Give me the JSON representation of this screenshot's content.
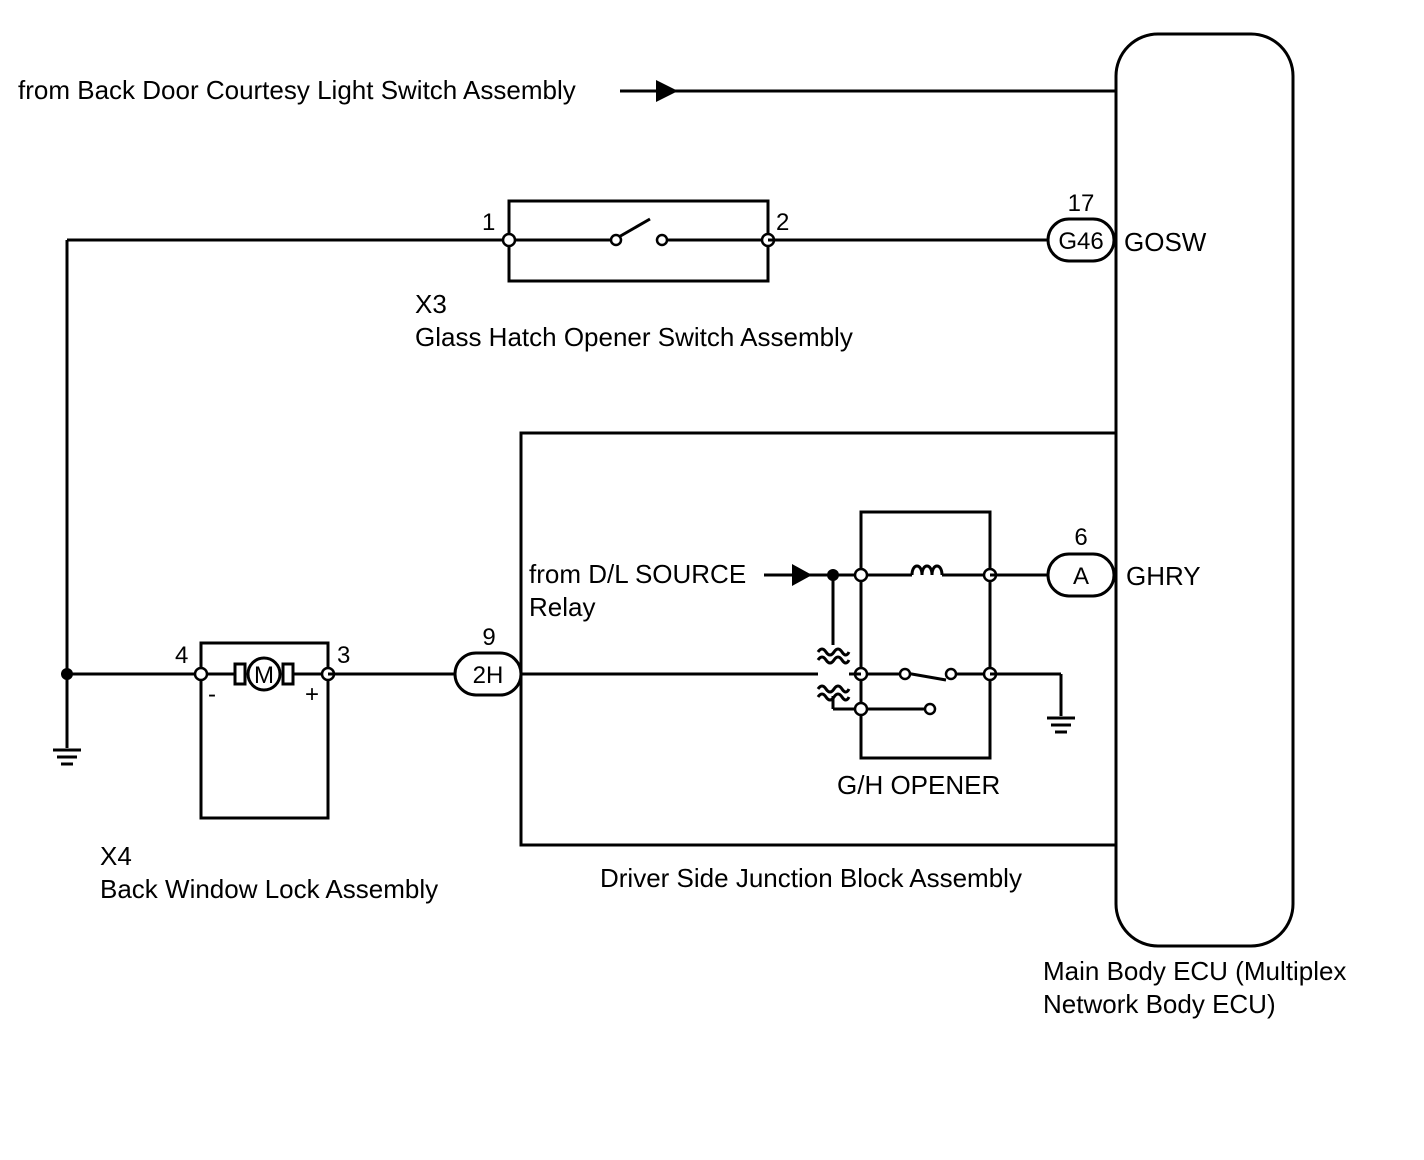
{
  "labels": {
    "courtesy_source": "from Back Door Courtesy Light Switch Assembly",
    "x3_code": "X3",
    "x3_name": "Glass Hatch Opener Switch Assembly",
    "x4_code": "X4",
    "x4_name": "Back Window Lock Assembly",
    "jb_name": "Driver Side Junction Block Assembly",
    "dl_source_line1": "from D/L SOURCE",
    "dl_source_line2": "Relay",
    "relay_name": "G/H OPENER",
    "ecu_line1": "Main Body ECU (Multiplex",
    "ecu_line2": "Network Body ECU)",
    "motor_symbol": "M",
    "motor_minus": "-",
    "motor_plus": "+"
  },
  "pins": {
    "x3_pin1": "1",
    "x3_pin2": "2",
    "x4_pin4": "4",
    "x4_pin3": "3",
    "g46_pin": "17",
    "a_pin": "6",
    "jb_pin": "9"
  },
  "connectors": {
    "g46": "G46",
    "a": "A",
    "h2": "2H"
  },
  "signals": {
    "gosw": "GOSW",
    "ghry": "GHRY"
  }
}
